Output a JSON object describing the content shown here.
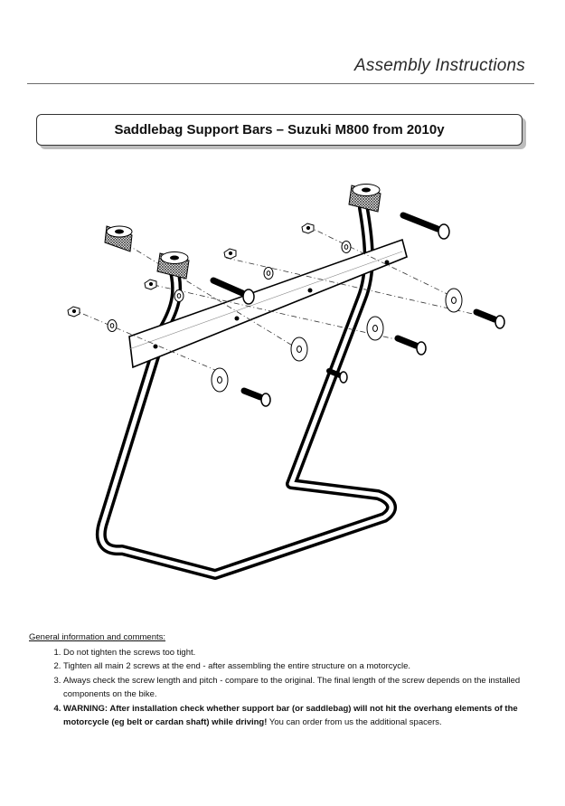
{
  "header": {
    "title": "Assembly Instructions"
  },
  "title_box": {
    "text": "Saddlebag Support Bars – Suzuki M800 from 2010y"
  },
  "illustration": {
    "icon": "exploded-assembly-drawing"
  },
  "info": {
    "heading": "General information and comments:",
    "items": [
      "Do not tighten the screws too tight.",
      "Tighten all main 2 screws at the end - after assembling the entire structure on a motorcycle.",
      "Always check the screw length and pitch - compare to the original. The final length of the screw depends on the installed components on the bike."
    ],
    "warning": {
      "bold": "WARNING: After installation check whether support bar (or saddlebag) will not hit the overhang elements of the motorcycle (eg belt or cardan shaft) while driving!",
      "normal": " You can order from us the additional spacers."
    }
  }
}
